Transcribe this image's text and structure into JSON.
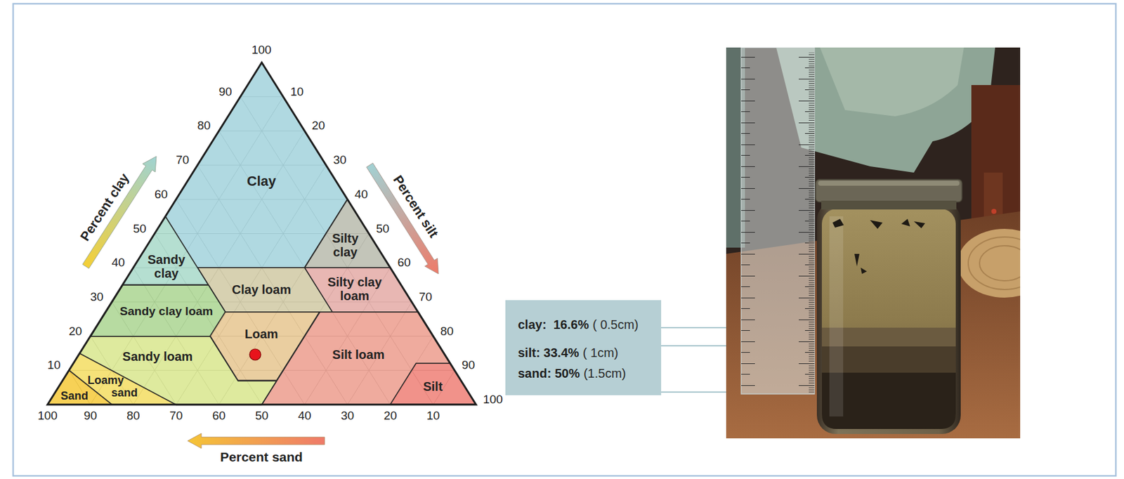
{
  "diagram": {
    "nodes": [
      {
        "text": [
          "Clay"
        ]
      },
      {
        "text": [
          "Sandy clay"
        ]
      },
      {
        "text": [
          "Silty clay"
        ]
      },
      {
        "text": [
          "Clay loam"
        ]
      },
      {
        "text": [
          "Silty clay loam"
        ]
      },
      {
        "text": [
          "Sandy clay loam"
        ]
      },
      {
        "text": [
          "Loam"
        ]
      },
      {
        "text": [
          "Sandy loam"
        ]
      },
      {
        "text": [
          "Silt loam"
        ]
      },
      {
        "text": [
          "Loamy sand"
        ]
      },
      {
        "text": [
          "Sand"
        ]
      },
      {
        "text": [
          "Silt"
        ]
      },
      {
        "text": [
          "clay:  16.6%",
          "( 0.5cm)",
          "silt: 33.4%",
          "( 1cm)",
          "sand: 50%",
          "(1.5cm)"
        ]
      }
    ],
    "labels": [
      "100",
      "90",
      "80",
      "70",
      "60",
      "50",
      "40",
      "30",
      "20",
      "10",
      "10",
      "20",
      "30",
      "40",
      "50",
      "60",
      "70",
      "80",
      "90",
      "100",
      "100",
      "90",
      "80",
      "70",
      "60",
      "50",
      "40",
      "30",
      "20",
      "10",
      "Percent clay",
      "Percent silt",
      "Percent sand"
    ]
  }
}
